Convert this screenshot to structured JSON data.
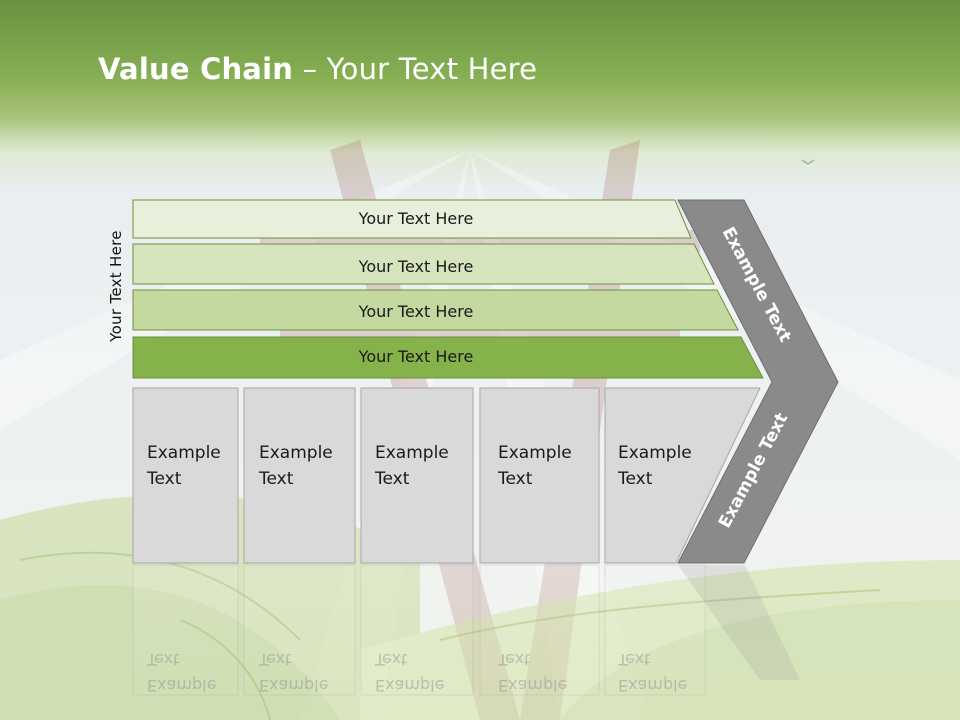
{
  "title": {
    "bold": "Value Chain",
    "rest": " – Your Text Here"
  },
  "vertical_label": "Your Text Here",
  "bands": [
    {
      "label": "Your Text Here",
      "fill": "#e8efda"
    },
    {
      "label": "Your Text Here",
      "fill": "#d7e5bf"
    },
    {
      "label": "Your Text Here",
      "fill": "#c3d99f"
    },
    {
      "label": "Your Text Here",
      "fill": "#86b24b"
    }
  ],
  "boxes": [
    {
      "line1": "Example",
      "line2": "Text"
    },
    {
      "line1": "Example",
      "line2": "Text"
    },
    {
      "line1": "Example",
      "line2": "Text"
    },
    {
      "line1": "Example",
      "line2": "Text"
    },
    {
      "line1": "Example",
      "line2": "Text"
    }
  ],
  "chevron": {
    "upper": "Example Text",
    "lower": "Example Text",
    "fill": "#8a8a8a"
  },
  "colors": {
    "box_fill": "#d9d9d9",
    "box_stroke": "#a6a6a6",
    "band_stroke": "#6f8f3e"
  }
}
